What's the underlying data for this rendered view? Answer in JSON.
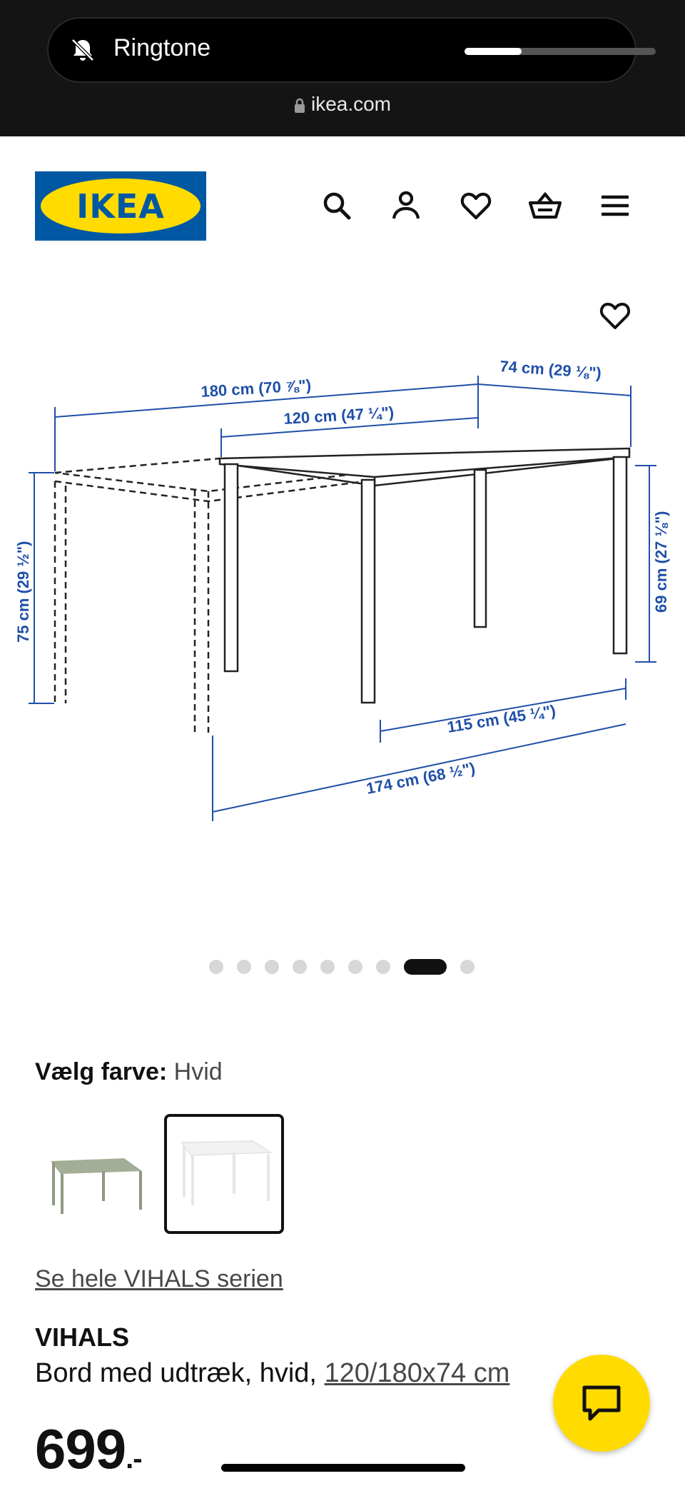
{
  "status": {
    "ringer_label": "Ringtone",
    "volume_level": 0.3
  },
  "browser": {
    "url": "ikea.com"
  },
  "header": {
    "logo_text": "IKEA",
    "icons": [
      "search-icon",
      "account-icon",
      "favorites-icon",
      "basket-icon",
      "menu-icon"
    ]
  },
  "gallery": {
    "dimensions": {
      "total_extended_length": "180 cm (70 ⅞\")",
      "table_length": "120 cm (47 ¼\")",
      "depth": "74 cm (29 ⅛\")",
      "height": "75 cm (29 ½\")",
      "leg_clearance_height": "69 cm (27 ⅛\")",
      "inner_length": "115 cm (45 ¼\")",
      "inner_extended_length": "174 cm (68 ½\")"
    },
    "image_count": 9,
    "active_index": 7
  },
  "color_select": {
    "label": "Vælg farve:",
    "selected_value": "Hvid",
    "options": [
      {
        "name": "green-table-swatch",
        "color": "#9aa68e"
      },
      {
        "name": "white-table-swatch",
        "color": "#f4f4f4"
      }
    ]
  },
  "product": {
    "series_link": "Se hele VIHALS serien",
    "name": "VIHALS",
    "description": "Bord med udtræk, hvid,",
    "size_link": "120/180x74 cm",
    "price": "699",
    "price_suffix": ".-"
  },
  "colors": {
    "ikea_blue": "#0058a3",
    "ikea_yellow": "#ffdb00",
    "dimension_blue": "#1f4fa8"
  }
}
